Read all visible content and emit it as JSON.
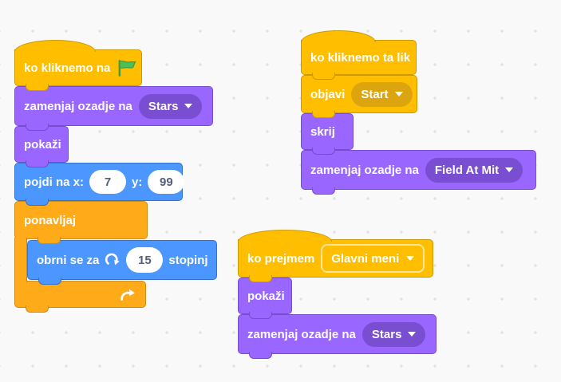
{
  "palette": {
    "events_fill": "#FFBF00",
    "events_stroke": "#CC9900",
    "events_field": "#DCA50F",
    "looks_fill": "#9966FF",
    "looks_stroke": "#774DCB",
    "looks_field": "#7A4ED0",
    "motion_fill": "#4C97FF",
    "motion_stroke": "#3373CC",
    "control_fill": "#FFAB19",
    "control_stroke": "#CF8B17",
    "flag_green": "#4CBF56",
    "workspace_bg": "#f9f9f9",
    "grid_dot": "#e2e2e2",
    "input_text": "#575E75"
  },
  "stack1": {
    "hat": {
      "label": "ko kliknemo na"
    },
    "switch_backdrop": {
      "label": "zamenjaj ozadje na",
      "value": "Stars"
    },
    "show": {
      "label": "pokaži"
    },
    "goto": {
      "label": "pojdi na x:",
      "x": "7",
      "y_label": "y:",
      "y": "99"
    },
    "forever": {
      "label": "ponavljaj"
    },
    "turn": {
      "label": "obrni se za",
      "degrees": "15",
      "suffix": "stopinj"
    }
  },
  "stack2": {
    "hat": {
      "label": "ko kliknemo ta lik"
    },
    "broadcast": {
      "label": "objavi",
      "value": "Start"
    },
    "hide": {
      "label": "skrij"
    },
    "switch_backdrop": {
      "label": "zamenjaj ozadje na",
      "value": "Field At Mit"
    }
  },
  "stack3": {
    "hat": {
      "label": "ko prejmem",
      "value": "Glavni meni"
    },
    "show": {
      "label": "pokaži"
    },
    "switch_backdrop": {
      "label": "zamenjaj ozadje na",
      "value": "Stars"
    }
  }
}
